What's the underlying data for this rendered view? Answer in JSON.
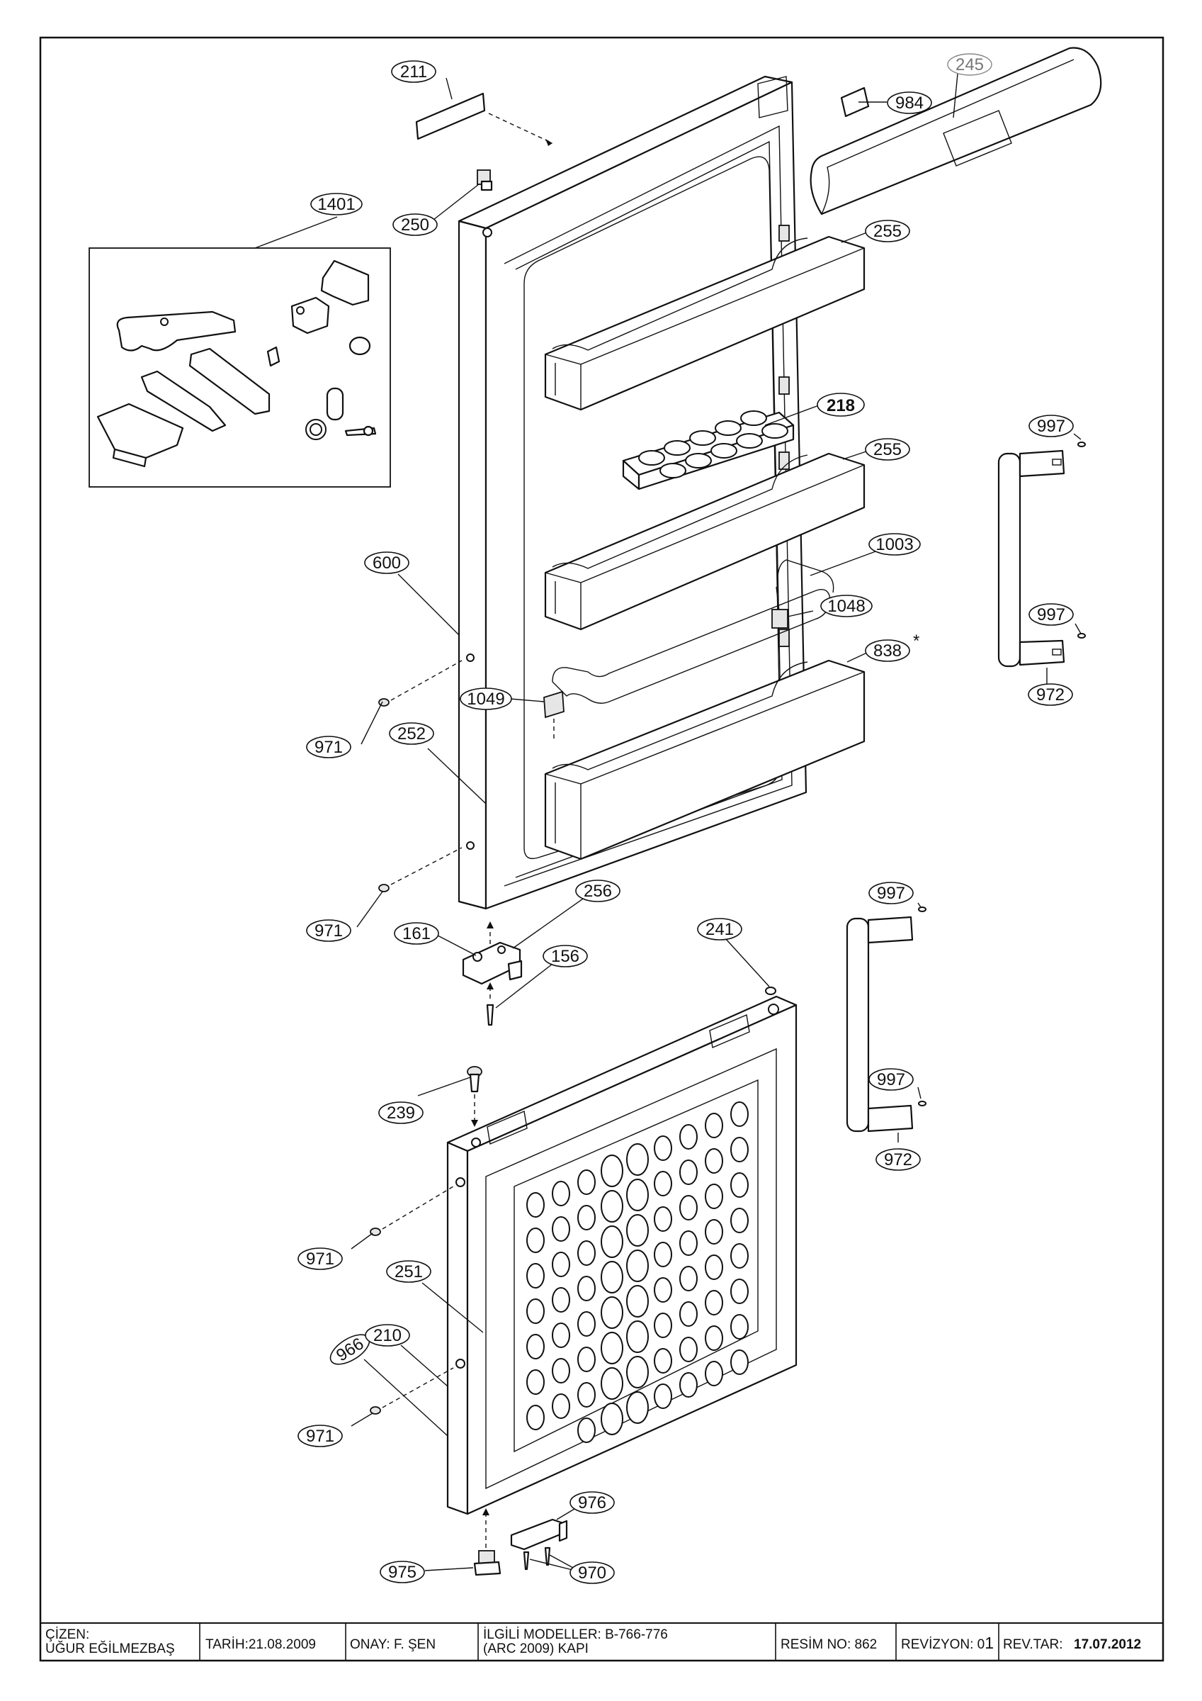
{
  "callouts": [
    {
      "id": "c-211",
      "text": "211"
    },
    {
      "id": "c-245",
      "text": "245"
    },
    {
      "id": "c-984",
      "text": "984"
    },
    {
      "id": "c-1401",
      "text": "1401"
    },
    {
      "id": "c-250",
      "text": "250"
    },
    {
      "id": "c-255a",
      "text": "255"
    },
    {
      "id": "c-218",
      "text": "218"
    },
    {
      "id": "c-255b",
      "text": "255"
    },
    {
      "id": "c-997a",
      "text": "997"
    },
    {
      "id": "c-1003",
      "text": "1003"
    },
    {
      "id": "c-600",
      "text": "600"
    },
    {
      "id": "c-1048",
      "text": "1048"
    },
    {
      "id": "c-997b",
      "text": "997"
    },
    {
      "id": "c-838",
      "text": "838"
    },
    {
      "id": "c-972a",
      "text": "972"
    },
    {
      "id": "c-1049",
      "text": "1049"
    },
    {
      "id": "c-971a",
      "text": "971"
    },
    {
      "id": "c-252",
      "text": "252"
    },
    {
      "id": "c-256",
      "text": "256"
    },
    {
      "id": "c-997c",
      "text": "997"
    },
    {
      "id": "c-971b",
      "text": "971"
    },
    {
      "id": "c-161",
      "text": "161"
    },
    {
      "id": "c-241",
      "text": "241"
    },
    {
      "id": "c-156",
      "text": "156"
    },
    {
      "id": "c-997d",
      "text": "997"
    },
    {
      "id": "c-239",
      "text": "239"
    },
    {
      "id": "c-972b",
      "text": "972"
    },
    {
      "id": "c-971c",
      "text": "971"
    },
    {
      "id": "c-251",
      "text": "251"
    },
    {
      "id": "c-966",
      "text": "966"
    },
    {
      "id": "c-210",
      "text": "210"
    },
    {
      "id": "c-971d",
      "text": "971"
    },
    {
      "id": "c-976",
      "text": "976"
    },
    {
      "id": "c-975",
      "text": "975"
    },
    {
      "id": "c-970",
      "text": "970"
    }
  ],
  "asterisk_838": "*",
  "title_block": {
    "cizen_label": "ÇİZEN:",
    "cizen_name": "UĞUR EĞİLMEZBAŞ",
    "tarih": "TARİH:21.08.2009",
    "onay": "ONAY:  F. ŞEN",
    "modeller_line1": "İLGİLİ MODELLER: B-766-776",
    "modeller_line2": "(ARC 2009) KAPI",
    "resim_no": "RESİM NO: 862",
    "revizyon_label": "REVİZYON: 0",
    "revizyon_num": "1",
    "rev_tar_label": "REV.TAR:",
    "rev_tar_value": "17.07.2012"
  }
}
